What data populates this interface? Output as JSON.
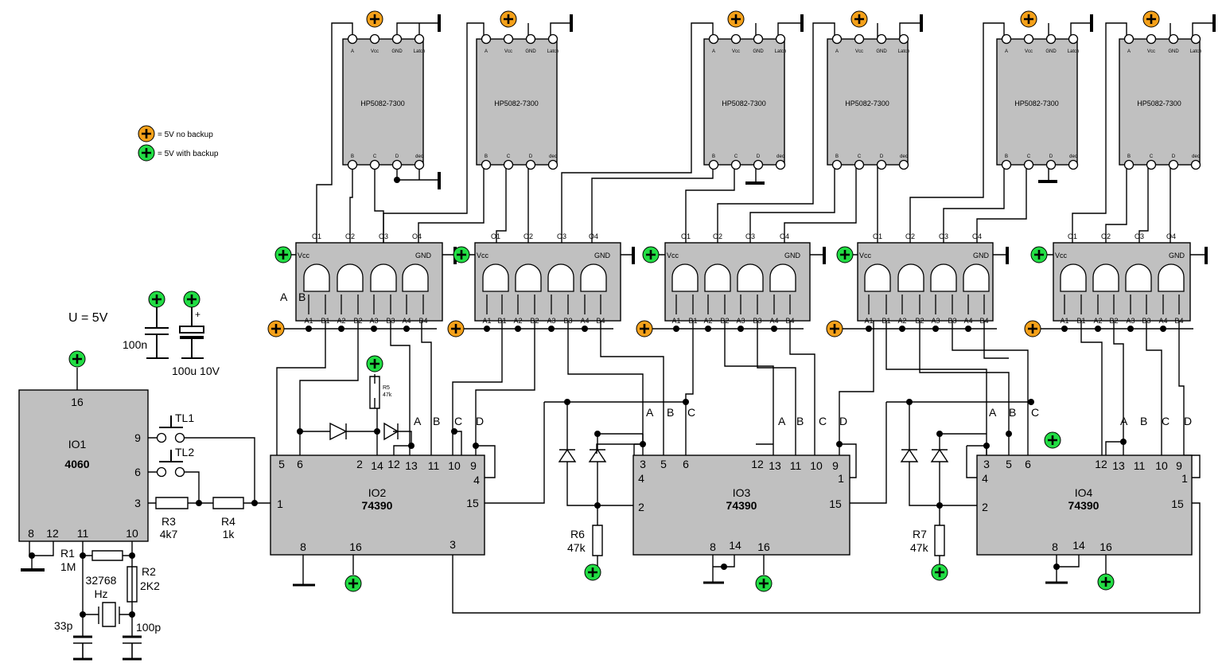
{
  "legend": {
    "orange": {
      "text": "= 5V no backup",
      "color": "#f5a11a"
    },
    "green": {
      "text": "= 5V with backup",
      "color": "#22dd44"
    }
  },
  "supply": {
    "voltage": "U = 5V",
    "c1": "100n",
    "c2": "100u 10V",
    "plus": "+"
  },
  "display_part": "HP5082-7300",
  "display_pins_top": [
    "A",
    "Vcc",
    "GND",
    "Latch"
  ],
  "display_pins_bottom": [
    "B",
    "C",
    "D",
    "dec"
  ],
  "latch": {
    "outputs": [
      "O1",
      "O2",
      "O3",
      "O4"
    ],
    "inputs": [
      "A1",
      "B1",
      "A2",
      "B2",
      "A3",
      "B3",
      "A4",
      "B4"
    ],
    "vcc": "Vcc",
    "gnd": "GND"
  },
  "abcd": [
    "A",
    "B",
    "C",
    "D"
  ],
  "io1": {
    "name": "IO1",
    "part": "4060",
    "pins": {
      "p16": "16",
      "p9": "9",
      "p6": "6",
      "p3": "3",
      "p8": "8",
      "p12": "12",
      "p11": "11",
      "p10": "10"
    }
  },
  "buttons": [
    "TL1",
    "TL2"
  ],
  "r1": {
    "name": "R1",
    "value": "1M"
  },
  "r2": {
    "name": "R2",
    "value": "2K2"
  },
  "r3": {
    "name": "R3",
    "value": "4k7"
  },
  "r4": {
    "name": "R4",
    "value": "1k"
  },
  "r5": {
    "name": "R5",
    "value": "47k"
  },
  "r6": {
    "name": "R6",
    "value": "47k"
  },
  "r7": {
    "name": "R7",
    "value": "47k"
  },
  "crystal": {
    "freq": "32768",
    "unit": "Hz"
  },
  "c3": "33p",
  "c4": "100p",
  "io2": {
    "name": "IO2",
    "part": "74390",
    "pins": {
      "p5": "5",
      "p6": "6",
      "p2": "2",
      "p14": "14",
      "p12": "12",
      "p13": "13",
      "p11": "11",
      "p10": "10",
      "p9": "9",
      "p4": "4",
      "p1": "1",
      "p15": "15",
      "p8": "8",
      "p16": "16",
      "p3": "3"
    }
  },
  "io3": {
    "name": "IO3",
    "part": "74390",
    "pins": {
      "p3": "3",
      "p5": "5",
      "p6": "6",
      "p4": "4",
      "p12": "12",
      "p13": "13",
      "p11": "11",
      "p10": "10",
      "p9": "9",
      "p1": "1",
      "p2": "2",
      "p15": "15",
      "p8": "8",
      "p14": "14",
      "p16": "16"
    }
  },
  "io4": {
    "name": "IO4",
    "part": "74390",
    "pins": {
      "p3": "3",
      "p5": "5",
      "p6": "6",
      "p4": "4",
      "p12": "12",
      "p13": "13",
      "p11": "11",
      "p10": "10",
      "p9": "9",
      "p1": "1",
      "p2": "2",
      "p15": "15",
      "p8": "8",
      "p14": "14",
      "p16": "16"
    }
  }
}
